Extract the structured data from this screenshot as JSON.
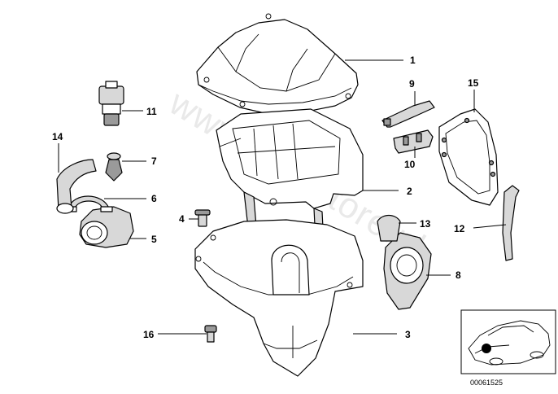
{
  "diagram": {
    "callouts": {
      "c1": "1",
      "c2": "2",
      "c3": "3",
      "c4": "4",
      "c5": "5",
      "c6": "6",
      "c7": "7",
      "c8": "8",
      "c9": "9",
      "c10": "10",
      "c11": "11",
      "c12": "12",
      "c13": "13",
      "c14": "14",
      "c15": "15",
      "c16": "16"
    },
    "watermark": "www.bmwstore.nl",
    "reference_number": "00061525"
  }
}
